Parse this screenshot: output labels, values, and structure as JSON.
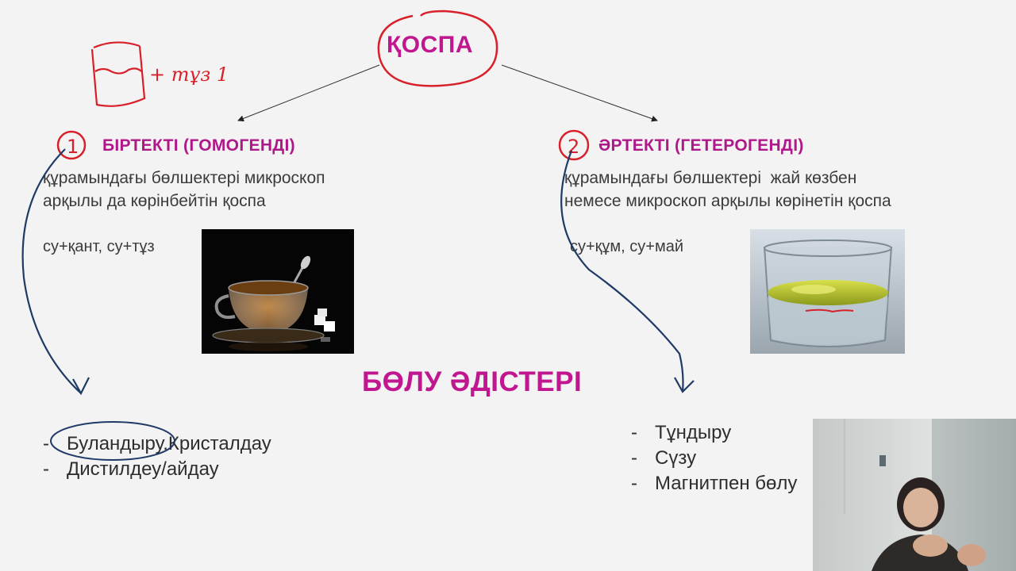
{
  "title": "ҚОСПА",
  "homogeneous": {
    "heading": "БІРТЕКТІ (ГОМОГЕНДІ)",
    "description_line1": "құрамындағы бөлшектері микроскоп",
    "description_line2": "арқылы да көрінбейтін қоспа",
    "example": "су+қант, су+тұз",
    "methods": [
      "Буландыру.Кристалдау",
      "Дистилдеу/айдау"
    ]
  },
  "heterogeneous": {
    "heading": "ӘРТЕКТІ (ГЕТЕРОГЕНДІ)",
    "description_line1": "құрамындағы бөлшектері  жай көзбен",
    "description_line2": "немесе микроскоп арқылы көрінетін қоспа",
    "example": "су+құм, су+май",
    "methods": [
      "Тұндыру",
      "Сүзу",
      "Магнитпен бөлу"
    ]
  },
  "methods_title": "БӨЛУ ӘДІСТЕРІ",
  "bullet": "-",
  "annotations": {
    "number_1": "1",
    "number_2": "2",
    "handwritten_note": "+ тұз 1"
  },
  "colors": {
    "accent": "#c0168f",
    "ink_red": "#d8202a",
    "ink_blue": "#1f3a66",
    "background": "#f3f3f3"
  }
}
